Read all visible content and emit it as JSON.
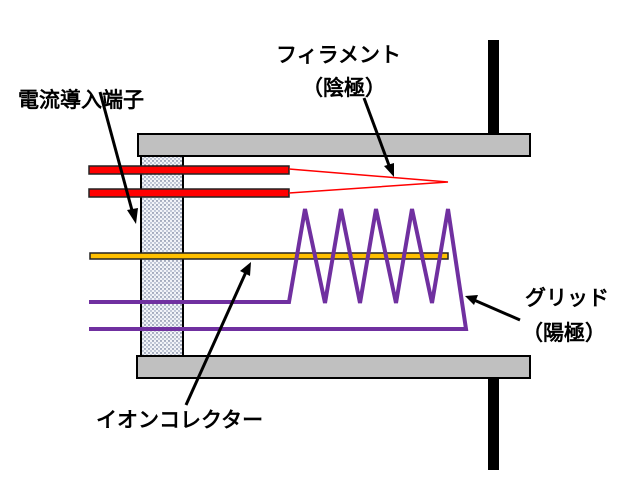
{
  "labels": {
    "terminal": "電流導入端子",
    "filament": "フィラメント",
    "filament_sub": "（陰極）",
    "grid": "グリッド",
    "grid_sub": "（陽極）",
    "collector": "イオンコレクター"
  },
  "colors": {
    "filament": "#ff0000",
    "collector": "#ffc000",
    "grid": "#7030a0",
    "plate": "#c0c0c0"
  }
}
